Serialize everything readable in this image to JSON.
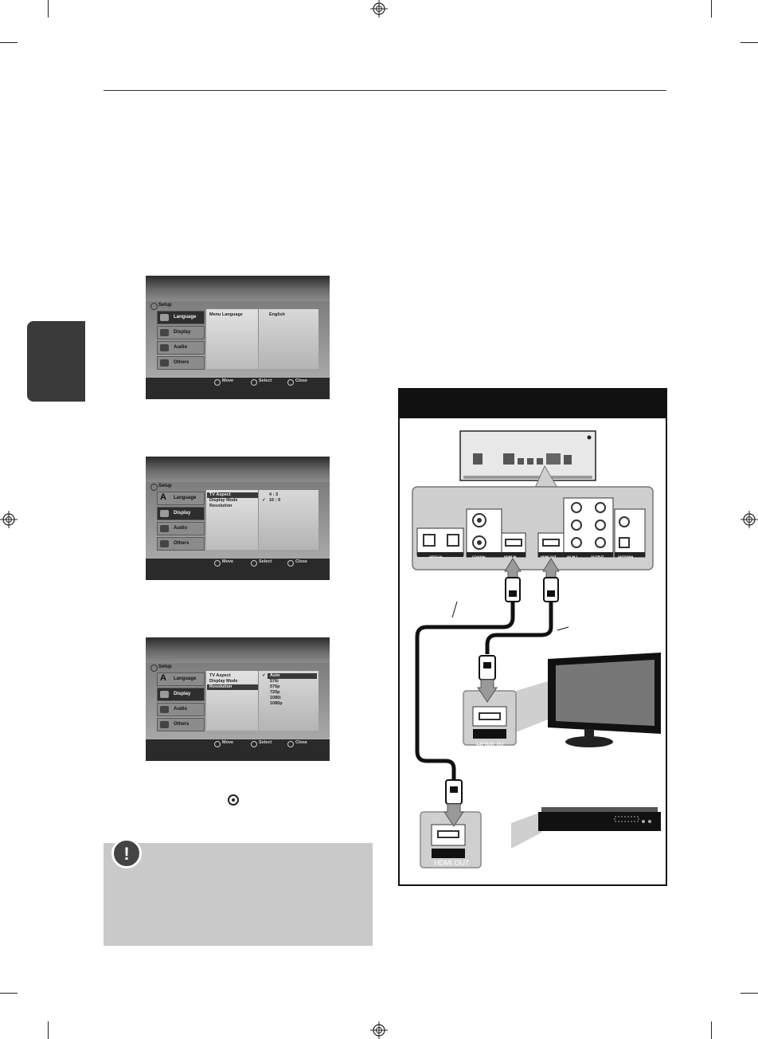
{
  "menus": [
    {
      "title": "Setup",
      "categories": [
        "Language",
        "Display",
        "Audio",
        "Others"
      ],
      "selected_category": "Language",
      "column1": [
        "Menu Language"
      ],
      "column2": [
        "English"
      ],
      "footer": [
        "Move",
        "Select",
        "Close"
      ]
    },
    {
      "title": "Setup",
      "categories": [
        "Language",
        "Display",
        "Audio",
        "Others"
      ],
      "selected_category": "Display",
      "column1": [
        "TV Aspect",
        "Display Mode",
        "Resolution"
      ],
      "column2": [
        "4 : 3",
        "16 : 9"
      ],
      "footer": [
        "Move",
        "Select",
        "Close"
      ]
    },
    {
      "title": "Setup",
      "categories": [
        "Language",
        "Display",
        "Audio",
        "Others"
      ],
      "selected_category": "Display",
      "column1": [
        "TV Aspect",
        "Display Mode",
        "Resolution"
      ],
      "column2": [
        "Auto",
        "576i",
        "576p",
        "720p",
        "1080i",
        "1080p"
      ],
      "footer": [
        "Move",
        "Select",
        "Close"
      ]
    }
  ],
  "diagram": {
    "ports": {
      "optical": "OPTICAL",
      "coaxial": "COAXIAL",
      "hdmi_in": "HDMI IN",
      "hdmi_out": "HDMI OUT",
      "av_in": "AV IN 1",
      "av_output": "OUTPUT",
      "antenna": "ANTENNA"
    },
    "tv_label": "HDMI IN",
    "player_label": "HDMI OUT"
  }
}
